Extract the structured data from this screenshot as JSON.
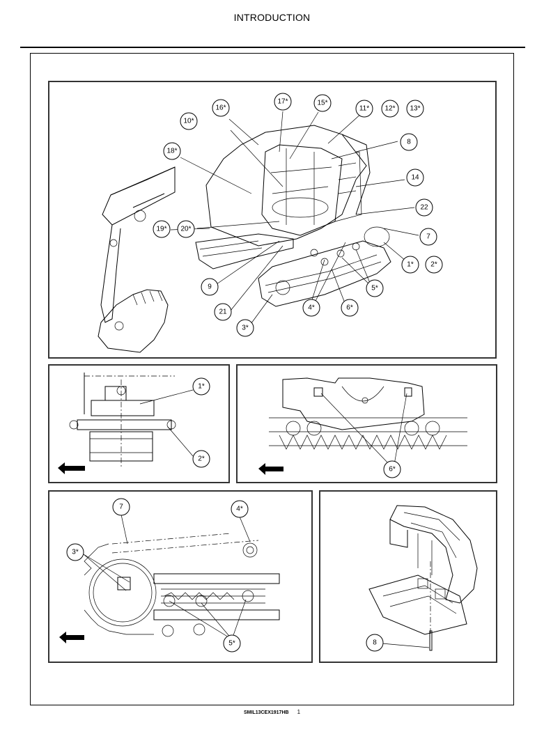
{
  "header": {
    "title": "INTRODUCTION"
  },
  "footer": {
    "code": "SMIL13CEX1917HB",
    "page": "1"
  },
  "figures": {
    "overview": {
      "callouts": [
        "1*",
        "2*",
        "3*",
        "4*",
        "5*",
        "6*",
        "7",
        "8",
        "9",
        "10*",
        "11*",
        "12*",
        "13*",
        "14",
        "15*",
        "16*",
        "17*",
        "18*",
        "19*",
        "20*",
        "21",
        "22"
      ]
    },
    "final_drive": {
      "callouts": [
        "1*",
        "2*"
      ]
    },
    "track_frame": {
      "callouts": [
        "6*"
      ]
    },
    "undercarriage": {
      "callouts": [
        "7",
        "4*",
        "3*",
        "5*"
      ]
    },
    "counterweight": {
      "callouts": [
        "8"
      ]
    }
  },
  "icons": {
    "direction": "arrow-left-icon"
  }
}
